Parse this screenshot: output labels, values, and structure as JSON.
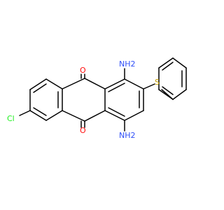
{
  "molecule": {
    "labels": {
      "o_top": "O",
      "o_bottom": "O",
      "n_top": "NH2",
      "n_bottom": "NH2",
      "s": "S",
      "cl": "Cl"
    },
    "label_colors": {
      "O": "#ff0d0d",
      "N": "#3050f8",
      "S": "#c8a000",
      "Cl": "#1ff01f"
    }
  }
}
